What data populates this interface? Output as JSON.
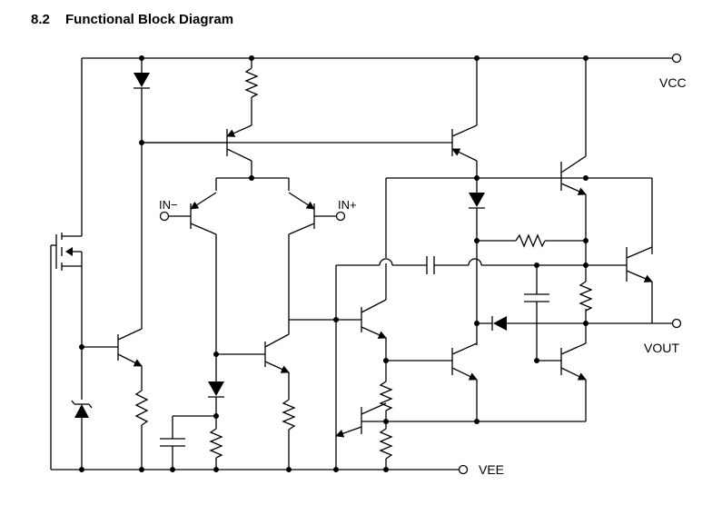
{
  "section": {
    "number": "8.2",
    "title": "Functional Block Diagram"
  },
  "pins": {
    "vcc": "VCC",
    "vout": "VOUT",
    "vee": "VEE",
    "in_minus": "IN−",
    "in_plus": "IN+"
  }
}
